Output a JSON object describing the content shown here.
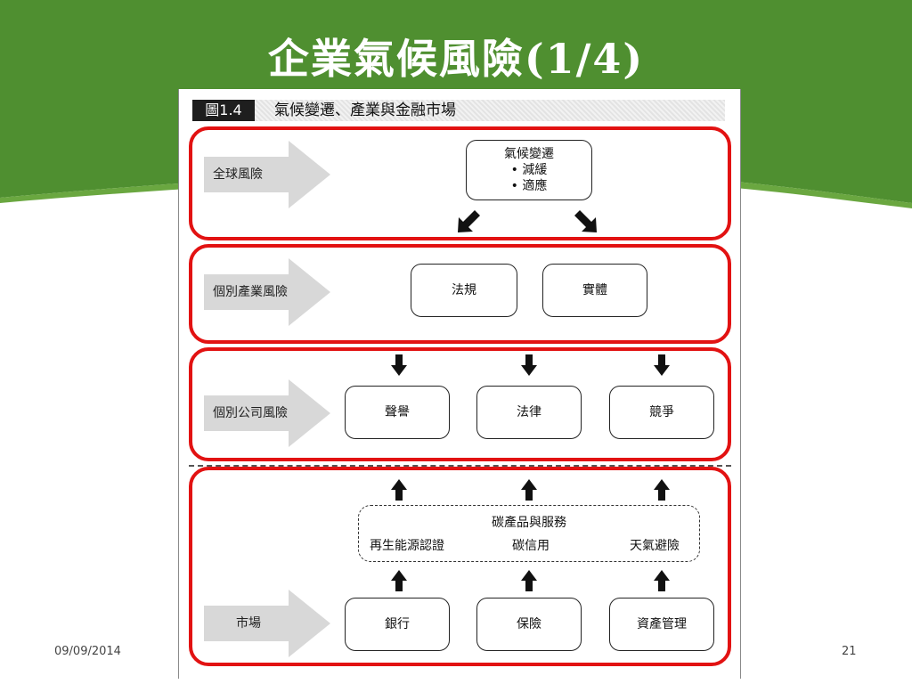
{
  "slide": {
    "title": "企業氣候風險(1/4)",
    "date": "09/09/2014",
    "page_number": "21"
  },
  "colors": {
    "banner_green": "#4f8f30",
    "banner_green_light": "#6aa740",
    "highlight_red": "#e21212"
  },
  "figure": {
    "label": "圖1.4",
    "title": "氣候變遷、產業與金融市場",
    "global_risk": {
      "label": "全球風險",
      "box_title": "氣候變遷",
      "items": [
        "• 減緩",
        "• 適應"
      ]
    },
    "industry_risk": {
      "label": "個別產業風險",
      "boxes": [
        "法規",
        "實體"
      ]
    },
    "company_risk": {
      "label": "個別公司風險",
      "boxes": [
        "聲譽",
        "法律",
        "競爭"
      ]
    },
    "carbon_products": {
      "title": "碳產品與服務",
      "items": [
        "再生能源認證",
        "碳信用",
        "天氣避險"
      ]
    },
    "market": {
      "label": "市場",
      "boxes": [
        "銀行",
        "保險",
        "資產管理"
      ]
    }
  }
}
